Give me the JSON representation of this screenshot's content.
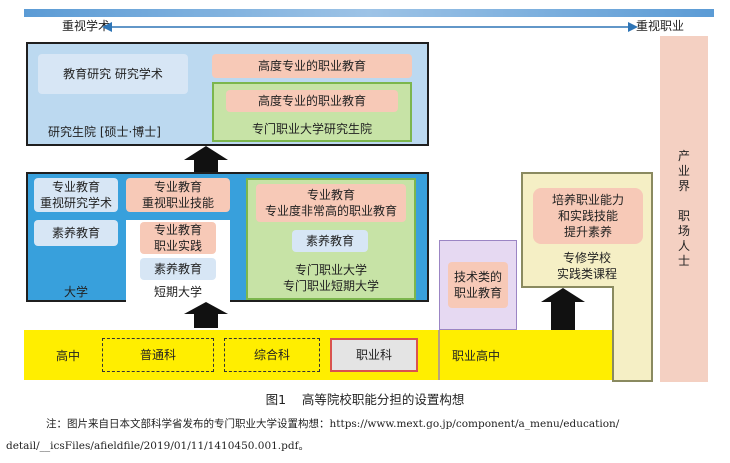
{
  "top_axis": {
    "left_label": "重视学术",
    "right_label": "重视职业"
  },
  "graduate": {
    "label": "研究生院 [硕士·博士]",
    "research_box": "教育研究  研究学术",
    "pro_box": "高度专业的职业教育",
    "green_inner": "高度专业的职业教育",
    "green_label": "专门职业大学研究生院"
  },
  "university": {
    "label": "大学",
    "box1": [
      "专业教育",
      "重视研究学术"
    ],
    "box2": [
      "专业教育",
      "重视职业技能"
    ],
    "box3": "素养教育",
    "junior": {
      "pro": [
        "专业教育",
        "职业实践"
      ],
      "liberal": "素养教育",
      "label": "短期大学"
    },
    "green": {
      "pro": [
        "专业教育",
        "专业度非常高的职业教育"
      ],
      "liberal": "素养教育",
      "label": [
        "专门职业大学",
        "专门职业短期大学"
      ]
    }
  },
  "tech": [
    "技术类的",
    "职业教育"
  ],
  "vocational_school": {
    "inner": [
      "培养职业能力",
      "和实践技能",
      "提升素养"
    ],
    "label": [
      "专修学校",
      "实践类课程"
    ]
  },
  "industry": [
    "产",
    "业",
    "界",
    "",
    "职",
    "场",
    "人",
    "士"
  ],
  "high_school": {
    "label": "高中",
    "general": "普通科",
    "comprehensive": "综合科",
    "vocational": "职业科",
    "vocational_hs": "职业高中"
  },
  "caption": "图1    高等院校职能分担的设置构想",
  "note": {
    "line1": "注：图片来自日本文部科学省发布的专门职业大学设置构想：https://www.mext.go.jp/component/a_menu/education/",
    "line2": "detail/__icsFiles/afieldfile/2019/01/11/1410450.001.pdf。"
  }
}
